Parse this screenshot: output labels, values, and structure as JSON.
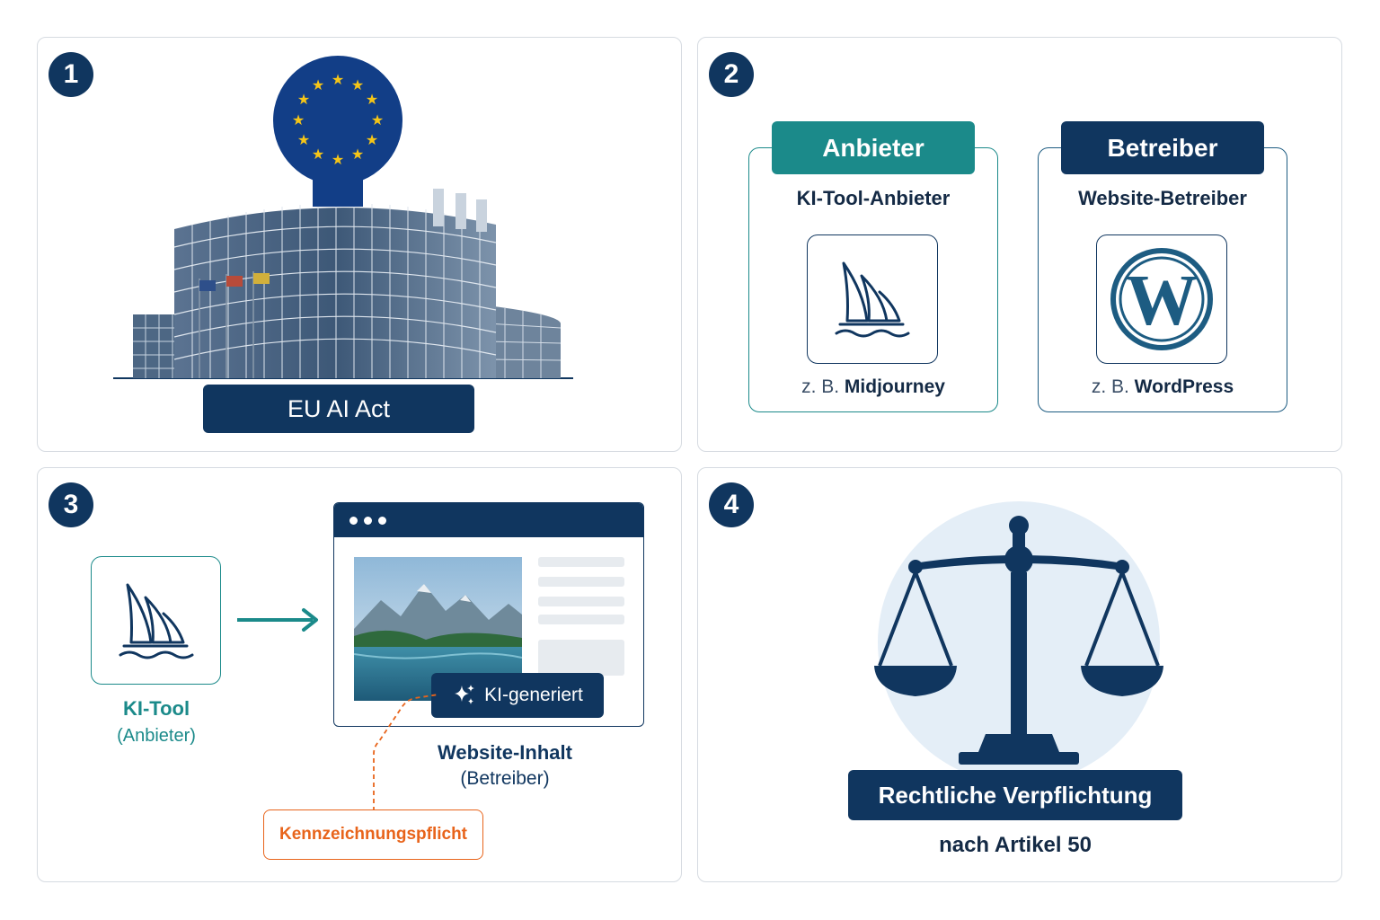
{
  "colors": {
    "navy": "#10365f",
    "teal": "#1b8a8a",
    "orange": "#e8641b",
    "eu_blue": "#123e87",
    "eu_star": "#f5c518"
  },
  "panel1": {
    "number": "1",
    "label": "EU AI Act",
    "icons": [
      "eu-flag-icon",
      "parliament-building-icon"
    ]
  },
  "panel2": {
    "number": "2",
    "provider": {
      "tab": "Anbieter",
      "subtitle": "KI-Tool-Anbieter",
      "example_prefix": "z. B.",
      "example_name": "Midjourney",
      "icon": "sailboat-icon"
    },
    "operator": {
      "tab": "Betreiber",
      "subtitle": "Website-Betreiber",
      "example_prefix": "z. B.",
      "example_name": "WordPress",
      "icon": "wordpress-icon"
    }
  },
  "panel3": {
    "number": "3",
    "tool_title": "KI-Tool",
    "tool_sub": "(Anbieter)",
    "badge": "KI-generiert",
    "web_title": "Website-Inhalt",
    "web_sub": "(Betreiber)",
    "duty": "Kennzeichnungspflicht",
    "icons": [
      "sailboat-icon",
      "arrow-right-icon",
      "sparkle-icon",
      "landscape-image-icon"
    ]
  },
  "panel4": {
    "number": "4",
    "label": "Rechtliche Verpflichtung",
    "sub": "nach Artikel 50",
    "icon": "scales-of-justice-icon"
  }
}
